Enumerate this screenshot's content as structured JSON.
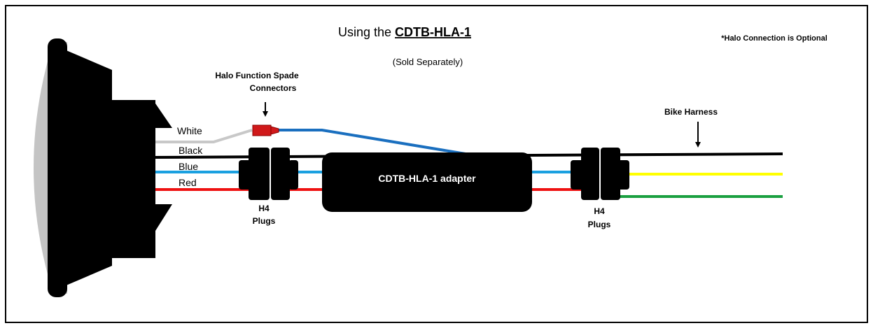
{
  "title": {
    "prefix": "Using the ",
    "product": "CDTB-HLA-1"
  },
  "subtitle": "(Sold Separately)",
  "note": "*Halo Connection is Optional",
  "halo_label": {
    "line1": "Halo Function Spade",
    "line2": "Connectors"
  },
  "bike_harness_label": "Bike Harness",
  "adapter_label": "CDTB-HLA-1 adapter",
  "plug_left": {
    "line1": "H4",
    "line2": "Plugs"
  },
  "plug_right": {
    "line1": "H4",
    "line2": "Plugs"
  },
  "wires": {
    "white": "White",
    "black": "Black",
    "blue": "Blue",
    "red": "Red"
  },
  "colors": {
    "white_wire": "#c8c8c8",
    "black_wire": "#000000",
    "blue_wire": "#1aa0e0",
    "red_wire": "#ee1111",
    "halo_wire": "#1a6fbf",
    "yellow_wire": "#ffff00",
    "green_wire": "#1aa040",
    "lens": "#c4c4c4",
    "spade_connector": "#d0191a"
  }
}
